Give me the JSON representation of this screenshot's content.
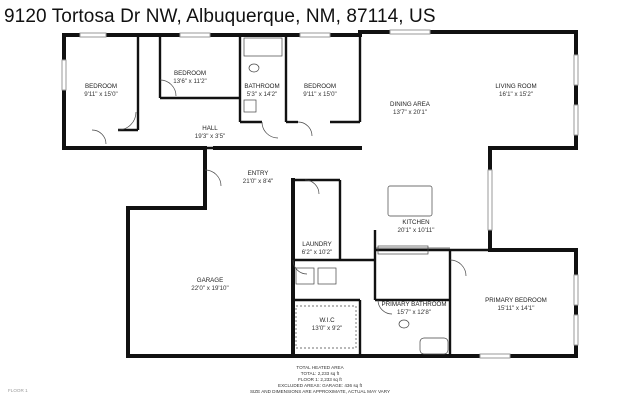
{
  "title": "9120 Tortosa Dr NW, Albuquerque, NM, 87114, US",
  "rooms": [
    {
      "id": "bedroom1",
      "name": "BEDROOM",
      "dims": "9'11\" x 15'0\""
    },
    {
      "id": "bedroom2",
      "name": "BEDROOM",
      "dims": "13'6\" x 11'2\""
    },
    {
      "id": "bathroom",
      "name": "BATHROOM",
      "dims": "5'3\" x 14'2\""
    },
    {
      "id": "bedroom3",
      "name": "BEDROOM",
      "dims": "9'11\" x 15'0\""
    },
    {
      "id": "hall",
      "name": "HALL",
      "dims": "19'3\" x 3'5\""
    },
    {
      "id": "dining",
      "name": "DINING AREA",
      "dims": "13'7\" x 20'1\""
    },
    {
      "id": "living",
      "name": "LIVING ROOM",
      "dims": "16'1\" x 15'2\""
    },
    {
      "id": "entry",
      "name": "ENTRY",
      "dims": "21'0\" x 8'4\""
    },
    {
      "id": "kitchen",
      "name": "KITCHEN",
      "dims": "20'1\" x 10'11\""
    },
    {
      "id": "laundry",
      "name": "LAUNDRY",
      "dims": "6'2\" x 10'2\""
    },
    {
      "id": "garage",
      "name": "GARAGE",
      "dims": "22'0\" x 19'10\""
    },
    {
      "id": "wic",
      "name": "W.I.C",
      "dims": "13'0\" x 9'2\""
    },
    {
      "id": "primary_bath",
      "name": "PRIMARY BATHROOM",
      "dims": "15'7\" x 12'8\""
    },
    {
      "id": "primary_bed",
      "name": "PRIMARY BEDROOM",
      "dims": "15'11\" x 14'1\""
    }
  ],
  "totals": {
    "line1": "TOTAL HEATED AREA",
    "line2": "TOTAL: 2,233 sq ft",
    "line3": "FLOOR 1: 2,233 sq ft",
    "line4": "EXCLUDED AREAS: GARAGE: 436 sq ft",
    "disclaimer": "SIZE AND DIMENSIONS ARE APPROXIMATE, ACTUAL MAY VARY"
  },
  "floor_label": "FLOOR 1"
}
